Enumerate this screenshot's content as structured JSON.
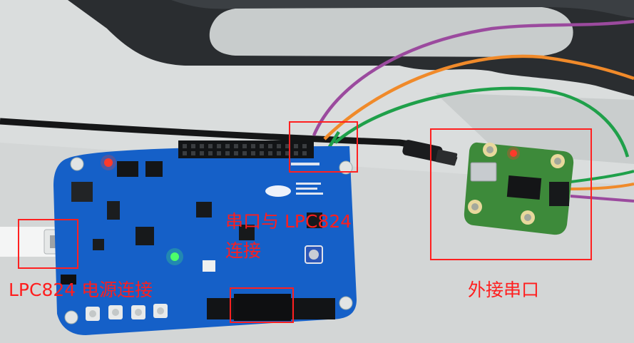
{
  "annotations": {
    "uart_connection_line1": "串口与 LPC824",
    "uart_connection_line2": "连接",
    "power_connection": "LPC824 电源连接",
    "external_uart": "外接串口"
  },
  "colors": {
    "annotation": "#ff1e1e",
    "board": "#1560c8",
    "desk": "#dcdfdf",
    "wire_purple": "#9b4a9e",
    "wire_orange": "#f08a2a",
    "wire_green": "#1fa04a",
    "usb_module": "#3d8a3a"
  },
  "icons": [
    "led-red",
    "led-green"
  ]
}
